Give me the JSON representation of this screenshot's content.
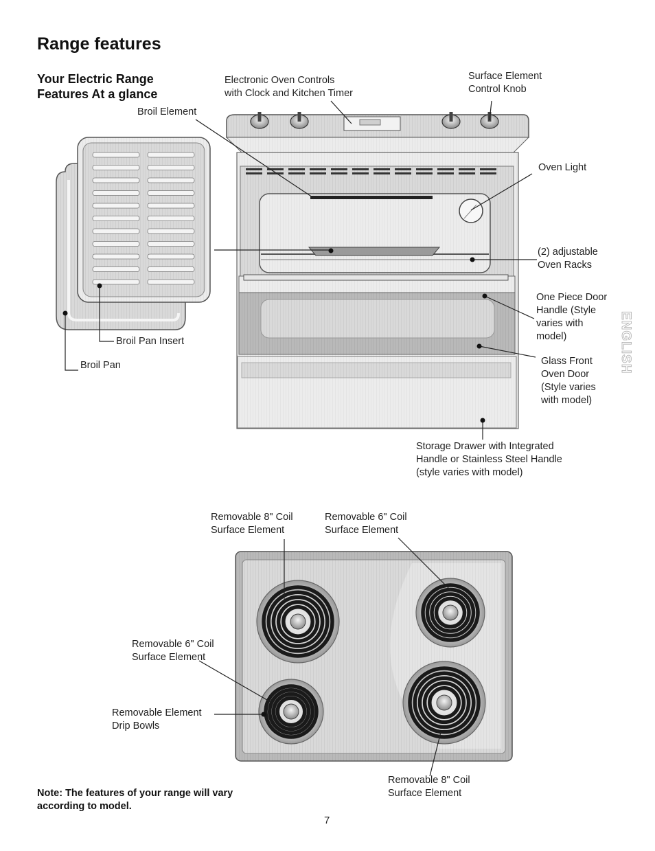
{
  "page": {
    "title": "Range features",
    "subtitle_line1": "Your Electric Range",
    "subtitle_line2": "Features At a glance",
    "side_tab": "ENGLISH",
    "page_number": "7",
    "note_line1": "Note: The features of your range will vary",
    "note_line2": "according to model."
  },
  "range_labels": {
    "broil_element": "Broil Element",
    "oven_controls_1": "Electronic Oven Controls",
    "oven_controls_2": "with Clock and Kitchen Timer",
    "surface_knob_1": "Surface Element",
    "surface_knob_2": "Control Knob",
    "oven_light": "Oven Light",
    "racks_1": "(2) adjustable",
    "racks_2": "Oven Racks",
    "door_handle_1": "One Piece Door",
    "door_handle_2": "Handle (Style",
    "door_handle_3": "varies with",
    "door_handle_4": "model)",
    "glass_door_1": "Glass Front",
    "glass_door_2": "Oven Door",
    "glass_door_3": "(Style varies",
    "glass_door_4": "with model)",
    "drawer_1": "Storage Drawer with Integrated",
    "drawer_2": "Handle or Stainless Steel Handle",
    "drawer_3": "(style varies with model)",
    "broil_pan_insert": "Broil Pan Insert",
    "broil_pan": "Broil Pan"
  },
  "cooktop_labels": {
    "rear_left_1": "Removable 8\" Coil",
    "rear_left_2": "Surface Element",
    "rear_right_1": "Removable 6\" Coil",
    "rear_right_2": "Surface Element",
    "front_left_1": "Removable 6\" Coil",
    "front_left_2": "Surface Element",
    "drip_bowls_1": "Removable Element",
    "drip_bowls_2": "Drip Bowls",
    "front_right_1": "Removable 8\" Coil",
    "front_right_2": "Surface Element"
  }
}
